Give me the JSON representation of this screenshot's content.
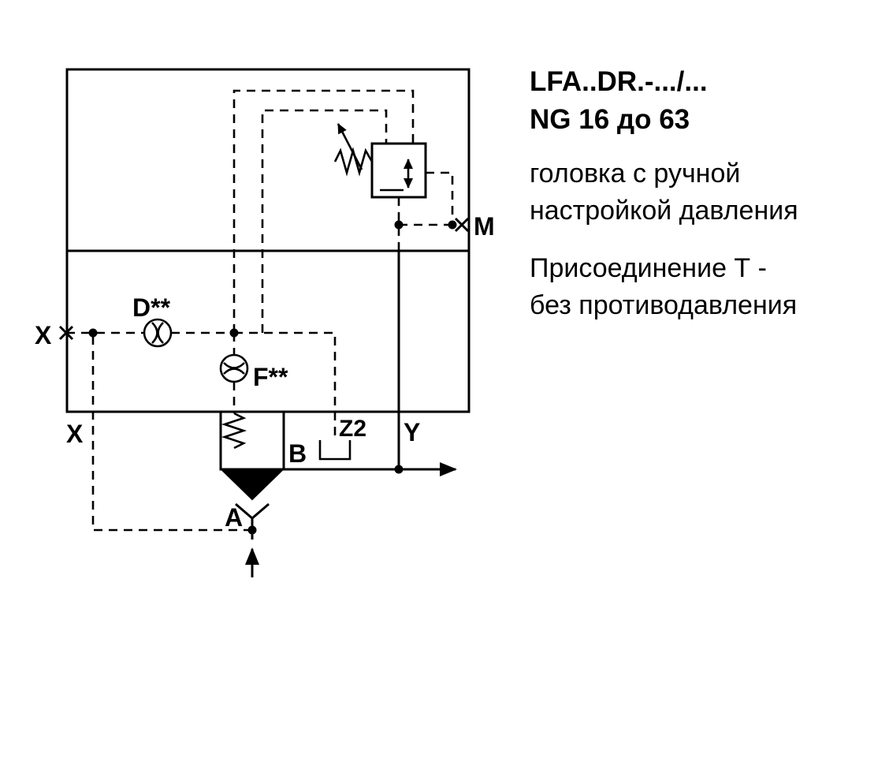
{
  "info_panel": {
    "model": "LFA..DR.-.../...",
    "size_range": "NG 16 до 63",
    "description_line1": "головка с ручной",
    "description_line2": "настройкой давления",
    "note_line1": "Присоединение Т -",
    "note_line2": "без противодавления"
  },
  "schematic": {
    "labels": {
      "port_x": "X",
      "port_x_passage": "X",
      "orifice_d": "D**",
      "orifice_f": "F**",
      "port_b": "B",
      "port_z2": "Z2",
      "port_y": "Y",
      "port_a": "A",
      "port_m": "M"
    },
    "line_color": "#000000",
    "background_color": "#ffffff"
  }
}
